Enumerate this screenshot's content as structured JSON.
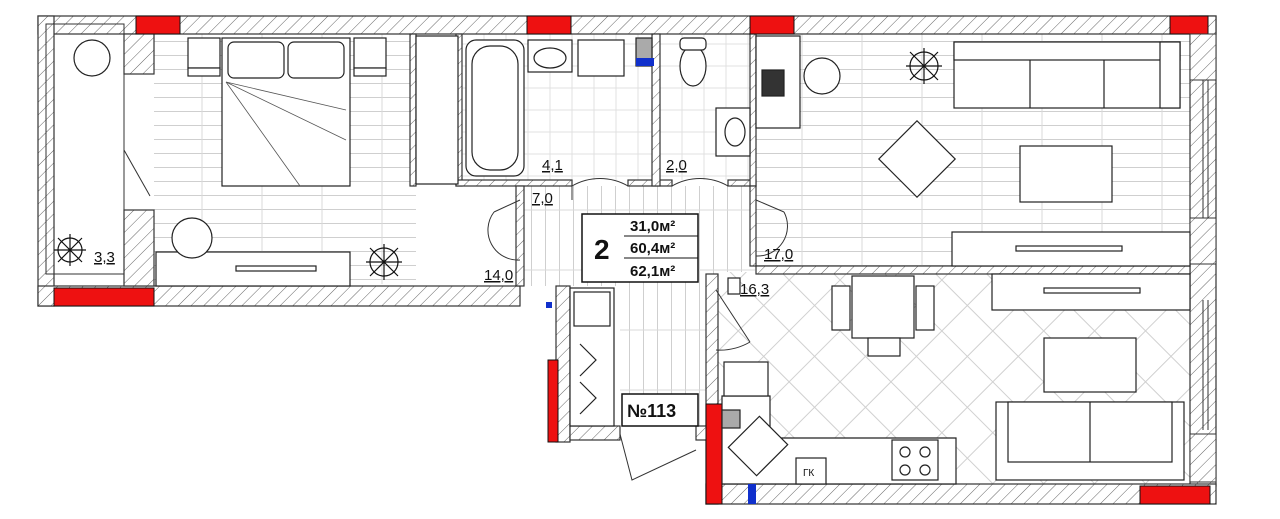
{
  "plan": {
    "room_count": "2",
    "areas": {
      "living": "31,0м²",
      "total": "60,4м²",
      "total_with_balcony": "62,1м²"
    },
    "apartment_number": "№113",
    "rooms": {
      "balcony": "3,3",
      "bedroom": "14,0",
      "bathroom": "4,1",
      "wc": "2,0",
      "hall": "7,0",
      "living_room": "17,0",
      "kitchen": "16,3"
    },
    "appliance_label": "ГК",
    "colors": {
      "wall": "#ffffff",
      "wall_hatch": "#555555",
      "bearing_wall": "#ee1111",
      "floor_lines": "#bdbdbd",
      "ventilation": "#1030cc"
    }
  }
}
